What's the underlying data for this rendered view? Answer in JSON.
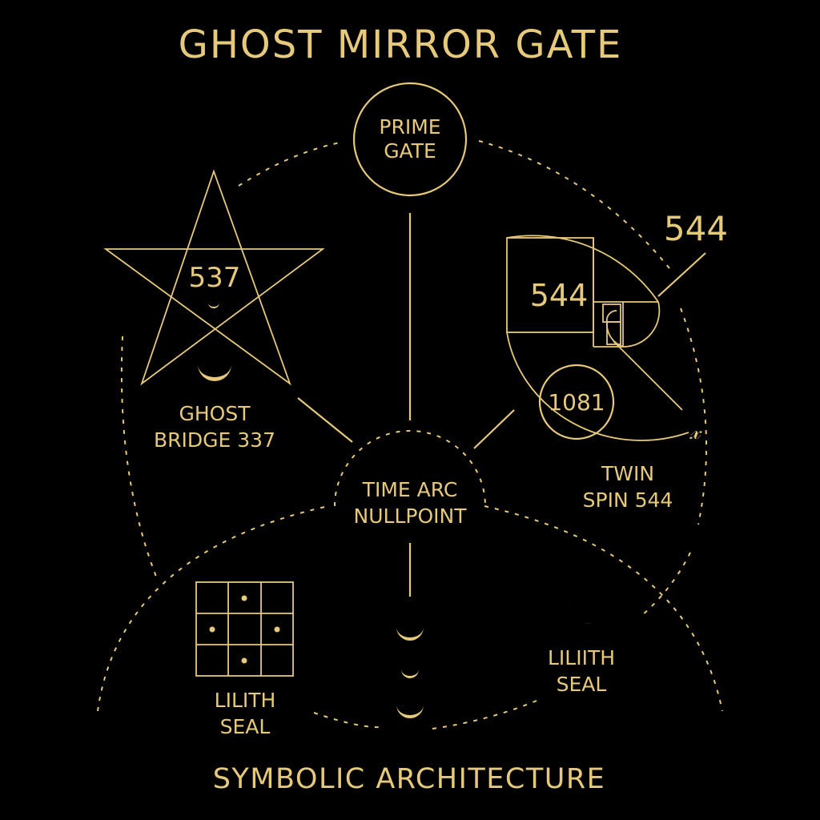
{
  "title": "GHOST MIRROR GATE",
  "footer": "SYMBOLIC ARCHITECTURE",
  "prime_gate": {
    "line1": "PRIME",
    "line2": "GATE"
  },
  "star": {
    "number": "537",
    "label1": "GHOST",
    "label2": "BRIDGE 337"
  },
  "spiral": {
    "outer_number": "544",
    "inner_number": "544",
    "circle_number": "1081",
    "label1": "TWIN",
    "label2": "SPIN 544",
    "symbol": "𝓍"
  },
  "nullpoint": {
    "line1": "TIME ARC",
    "line2": "NULLPOINT"
  },
  "lilith_left": {
    "line1": "LILITH",
    "line2": "SEAL"
  },
  "lilith_right": {
    "line1": "LILIITH",
    "line2": "SEAL"
  },
  "colors": {
    "background": "#000000",
    "gold": "#e6c97a"
  },
  "icons": [
    "pentagram-icon",
    "crescent-moon-icon",
    "golden-spiral-icon",
    "magic-square-grid-icon"
  ]
}
